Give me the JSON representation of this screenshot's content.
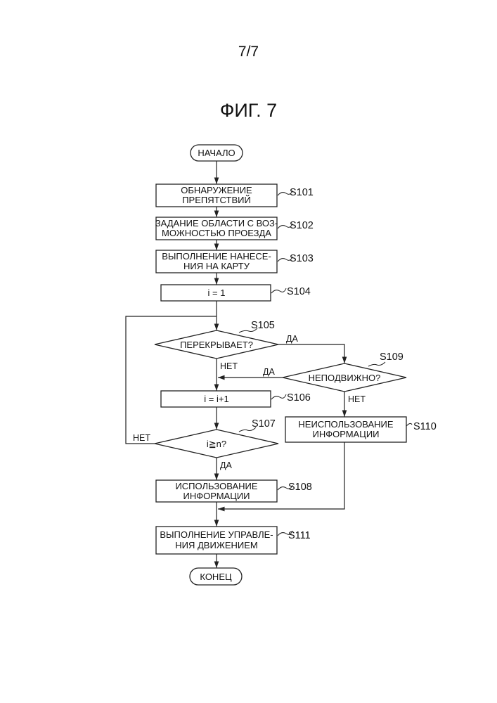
{
  "page": {
    "number": "7/7",
    "figure_title": "ФИГ. 7"
  },
  "flowchart": {
    "start": "НАЧАЛО",
    "end": "КОНЕЦ",
    "steps": {
      "s101": {
        "line1": "ОБНАРУЖЕНИЕ",
        "line2": "ПРЕПЯТСТВИЙ",
        "label": "S101"
      },
      "s102": {
        "line1": "ЗАДАНИЕ ОБЛАСТИ С ВОЗ-",
        "line2": "МОЖНОСТЬЮ ПРОЕЗДА",
        "label": "S102"
      },
      "s103": {
        "line1": "ВЫПОЛНЕНИЕ НАНЕСЕ-",
        "line2": "НИЯ НА КАРТУ",
        "label": "S103"
      },
      "s104": {
        "text": "i = 1",
        "label": "S104"
      },
      "s105": {
        "text": "ПЕРЕКРЫВАЕТ?",
        "label": "S105"
      },
      "s106": {
        "text": "i = i+1",
        "label": "S106"
      },
      "s107": {
        "text": "i≧n?",
        "label": "S107"
      },
      "s108": {
        "line1": "ИСПОЛЬЗОВАНИЕ",
        "line2": "ИНФОРМАЦИИ",
        "label": "S108"
      },
      "s109": {
        "text": "НЕПОДВИЖНО?",
        "label": "S109"
      },
      "s110": {
        "line1": "НЕИСПОЛЬЗОВАНИЕ",
        "line2": "ИНФОРМАЦИИ",
        "label": "S110"
      },
      "s111": {
        "line1": "ВЫПОЛНЕНИЕ УПРАВЛЕ-",
        "line2": "НИЯ ДВИЖЕНИЕМ",
        "label": "S111"
      }
    },
    "branches": {
      "s105_yes": "ДА",
      "s105_no": "НЕТ",
      "s109_yes": "ДА",
      "s109_no": "НЕТ",
      "s107_yes": "ДА",
      "s107_no": "НЕТ"
    }
  }
}
